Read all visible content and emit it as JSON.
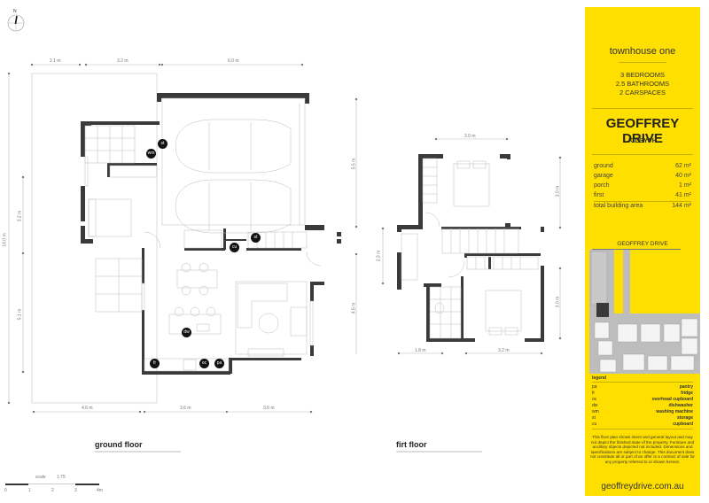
{
  "compass": {
    "label": "N"
  },
  "ground_floor": {
    "label": "ground floor",
    "dims_top": [
      "2.1 m",
      "3.2 m",
      "6.0 m"
    ],
    "dims_bottom": [
      "4.6 m",
      "3.6 m",
      "3.6 m"
    ],
    "dims_left": {
      "overall": "14.0 m",
      "upper": "3.2 m",
      "lower": "5.1 m"
    },
    "dims_right": {
      "upper": "5.5 m",
      "lower": "4.5 m"
    },
    "tags": [
      "st",
      "wm",
      "cu",
      "st",
      "dw",
      "fr",
      "oc",
      "pa"
    ]
  },
  "first_floor": {
    "label": "firt floor",
    "dims_top": "3.0 m",
    "dims_left": "2.3 m",
    "dims_right": [
      "3.0 m",
      "3.0 m"
    ],
    "dims_bottom": [
      "1.8 m",
      "3.2 m"
    ]
  },
  "scale": {
    "label": "scale",
    "ratio": "1:75",
    "ticks": [
      "0",
      "1",
      "2",
      "3",
      "4m"
    ]
  },
  "panel": {
    "bg_color": "#ffdf00",
    "title": "townhouse one",
    "features": [
      "3 BEDROOMS",
      "2.5 BATHROOMS",
      "2 CARSPACES"
    ],
    "street": "GEOFFREY DRIVE",
    "suburb": "KILSYTH",
    "areas": [
      {
        "name": "ground",
        "value": "62 m²"
      },
      {
        "name": "garage",
        "value": "40 m²"
      },
      {
        "name": "porch",
        "value": "1 m²"
      },
      {
        "name": "first",
        "value": "41 m²"
      },
      {
        "name": "total building area",
        "value": "144 m²"
      }
    ],
    "map_title": "GEOFFREY DRIVE",
    "legend_title": "legend",
    "legend": [
      {
        "code": "pa",
        "meaning": "pantry"
      },
      {
        "code": "fr",
        "meaning": "fridge"
      },
      {
        "code": "oc",
        "meaning": "overhead cupboard"
      },
      {
        "code": "dw",
        "meaning": "dishwasher"
      },
      {
        "code": "wm",
        "meaning": "washing machine"
      },
      {
        "code": "st",
        "meaning": "storage"
      },
      {
        "code": "cu",
        "meaning": "cupboard"
      }
    ],
    "disclaimer": "This floor plan shows intent and general layout and may not depict the finished state of the property. Furniture and ancillary objects depicted not included. Dimensions and specifications are subject to change. This document does not constitute all or part of an offer or a contract of sale for any property referred to or shown hereon.",
    "url": "geoffreydrive.com.au"
  }
}
